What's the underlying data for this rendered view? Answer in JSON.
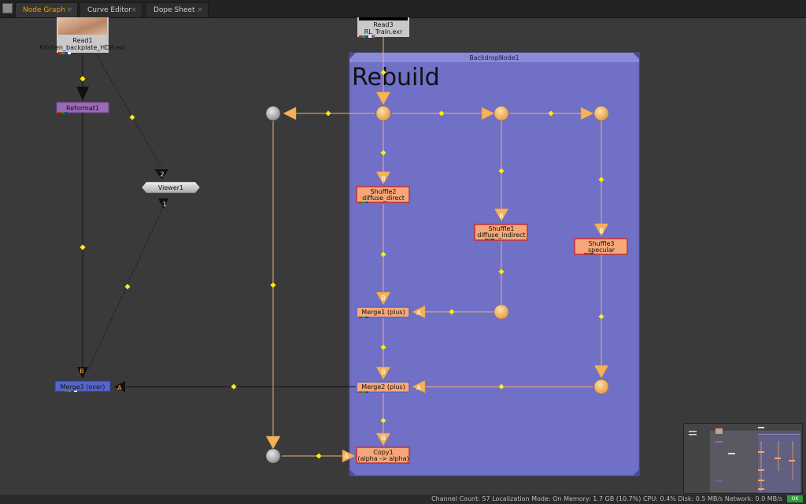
{
  "tabs": [
    {
      "label": "Node Graph",
      "active": true
    },
    {
      "label": "Curve Editor",
      "active": false
    },
    {
      "label": "Dope Sheet",
      "active": false
    }
  ],
  "tab_close_glyph": "×",
  "nodes": {
    "read1": {
      "name": "Read1",
      "file": "Kitchen_backplate_HDR.exr"
    },
    "read3": {
      "name": "Read3",
      "file": "RL_Train.exr"
    },
    "reformat1": {
      "label": "Reformat1"
    },
    "viewer1": {
      "label": "Viewer1",
      "input_2": "2",
      "input_1": "1"
    },
    "merge3": {
      "label": "Merge3 (over)",
      "input_b": "B",
      "input_a": "A"
    },
    "backdrop": {
      "name": "BackdropNode1",
      "title": "Rebuild",
      "color": "#6f70c6"
    },
    "shuffle2": {
      "line1": "Shuffle2",
      "line2": "diffuse_direct",
      "input_b": "B"
    },
    "shuffle1": {
      "line1": "Shuffle1",
      "line2": "diffuse_indirect",
      "input_b": "B"
    },
    "shuffle3": {
      "line1": "Shuffle3",
      "line2": "specular",
      "input_b": "B"
    },
    "merge1": {
      "label": "Merge1 (plus)",
      "input_b": "B",
      "input_a": "A"
    },
    "merge2": {
      "label": "Merge2 (plus)",
      "input_b": "B",
      "input_a": "A"
    },
    "copy1": {
      "line1": "Copy1",
      "line2": "(alpha -> alpha)",
      "input_b": "B",
      "input_a": "A"
    }
  },
  "colors": {
    "pipe_orange": "#f0b070",
    "dot_orange": "#f5b25a",
    "dot_gray": "#a8a8a8",
    "elbow_yellow": "#ffee00",
    "shuffle_fill": "#f5a779",
    "merge_fill": "#5566cc",
    "reformat_fill": "#9b6ab6"
  },
  "status": {
    "channel_count": "Channel Count: 57",
    "localization": "Localization Mode: On",
    "memory": "Memory: 1.7 GB (10.7%)",
    "cpu": "CPU: 0.4%",
    "disk": "Disk: 0.5 MB/s",
    "network": "Network: 0.0 MB/s",
    "ok": "OK"
  }
}
